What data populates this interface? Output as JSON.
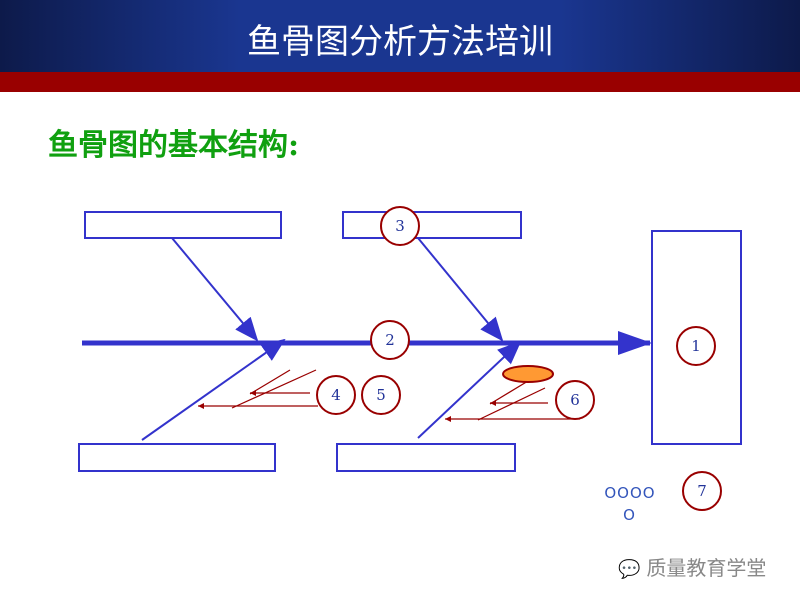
{
  "header": {
    "title": "鱼骨图分析方法培训"
  },
  "subtitle": "鱼骨图的基本结构:",
  "labels": {
    "n1": "1",
    "n2": "2",
    "n3": "3",
    "n4": "4",
    "n5": "5",
    "n6": "6",
    "n7": "7",
    "dots_row1": "OOOO",
    "dots_row2": "O"
  },
  "watermark": {
    "icon": "wechat-icon",
    "text": "质量教育学堂"
  },
  "colors": {
    "header": "#1a3690",
    "band": "#990000",
    "subtitle": "#10a010",
    "line": "#3333cc",
    "circle": "#990000",
    "ellipse": "#ff9933"
  }
}
